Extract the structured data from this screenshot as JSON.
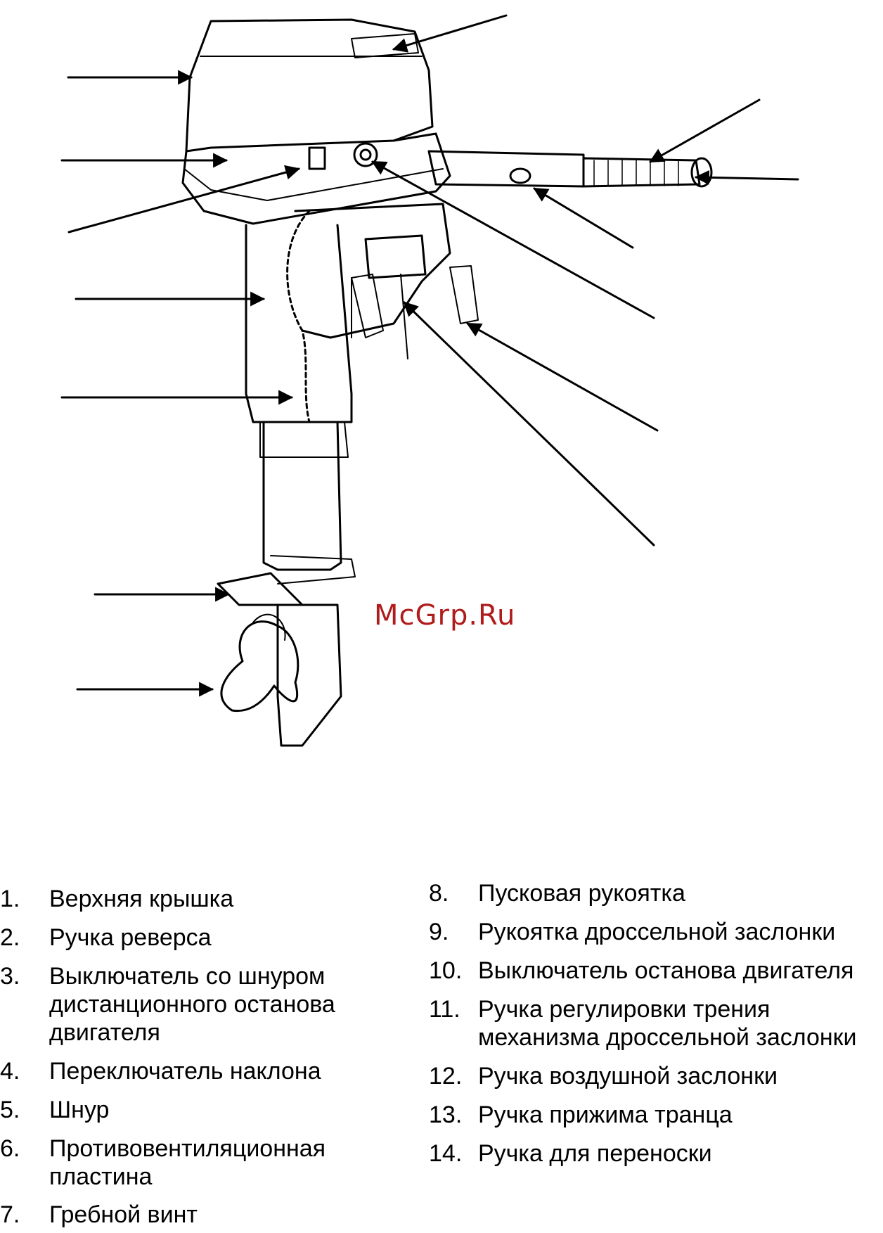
{
  "watermark": "McGrp.Ru",
  "legend": {
    "left": [
      {
        "num": "1.",
        "text": "Верхняя крышка"
      },
      {
        "num": "2.",
        "text": "Ручка реверса"
      },
      {
        "num": "3.",
        "text": "Выключатель со шнуром дистанционного останова двигателя"
      },
      {
        "num": "4.",
        "text": "Переключатель наклона"
      },
      {
        "num": "5.",
        "text": "Шнур"
      },
      {
        "num": "6.",
        "text": "Противовентиляционная пластина"
      },
      {
        "num": "7.",
        "text": "Гребной винт"
      }
    ],
    "right": [
      {
        "num": "8.",
        "text": "Пусковая рукоятка"
      },
      {
        "num": "9.",
        "text": "Рукоятка дроссельной заслонки"
      },
      {
        "num": "10.",
        "text": "Выключатель останова двигателя"
      },
      {
        "num": "11.",
        "text": "Ручка регулировки трения механизма дроссельной заслонки"
      },
      {
        "num": "12.",
        "text": "Ручка воздушной заслонки"
      },
      {
        "num": "13.",
        "text": "Ручка прижима транца"
      },
      {
        "num": "14.",
        "text": "Ручка для переноски"
      }
    ]
  }
}
